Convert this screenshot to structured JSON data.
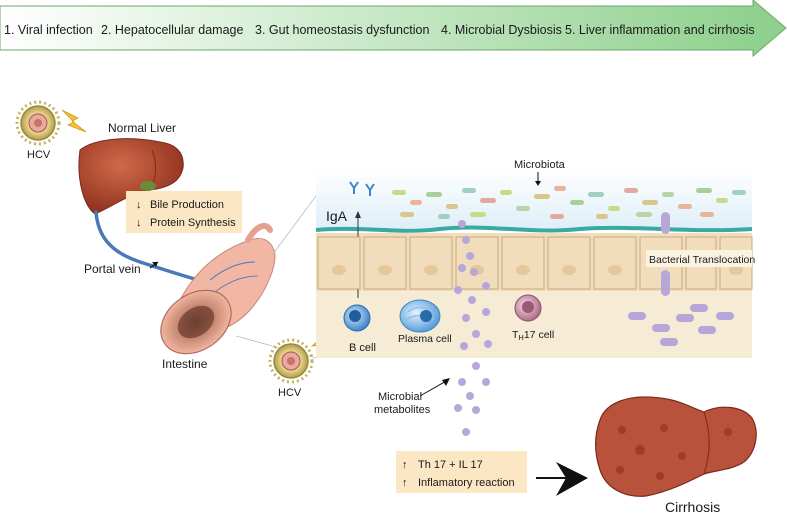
{
  "steps": [
    "1. Viral infection",
    "2. Hepatocellular damage",
    "3. Gut homeostasis dysfunction",
    "4. Microbial Dysbiosis",
    "5. Liver inflammation and cirrhosis"
  ],
  "labels": {
    "hcv_top": "HCV",
    "normal_liver": "Normal Liver",
    "bile_production": "Bile Production",
    "protein_synthesis": "Protein Synthesis",
    "portal_vein": "Portal vein",
    "intestine": "Intestine",
    "hcv_bottom": "HCV",
    "microbiota": "Microbiota",
    "iga": "IgA",
    "bacterial_translocation": "Bacterial Translocation",
    "b_cell": "B cell",
    "plasma_cell": "Plasma cell",
    "th17_cell_main": "T",
    "th17_cell_sub": "H",
    "th17_cell_suffix": "17 cell",
    "microbial_metabolites_1": "Microbial",
    "microbial_metabolites_2": "metabolites",
    "th17_il17": "Th 17 + IL 17",
    "inflamatory_reaction": "Inflamatory reaction",
    "cirrhosis": "Cirrhosis"
  },
  "colors": {
    "arrow_start": "#ffffff",
    "arrow_end": "#8ccf8a",
    "liver": "#b5452e",
    "box": "#fbe7c4",
    "mucosa_line": "#3aa9a0",
    "metabolite": "#b7a7d9",
    "lamina": "#f6ecd5",
    "epithelium": "#f1dcbb"
  }
}
